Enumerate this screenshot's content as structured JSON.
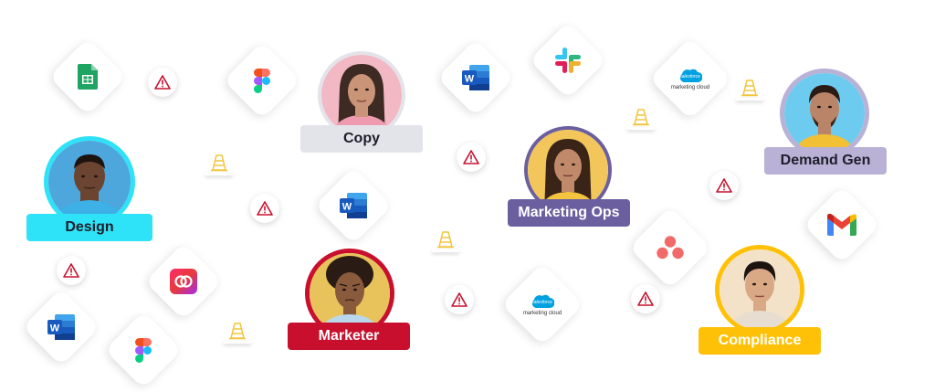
{
  "colors": {
    "design": "#2ee2f7",
    "copy": "#e3e3ea",
    "marketer": "#c8102e",
    "marketing_ops": "#6b5fa0",
    "demand_gen": "#b9b1d6",
    "compliance": "#ffc107",
    "warning": "#c8102e",
    "cone": "#f2c53d"
  },
  "people": [
    {
      "id": "design",
      "label": "Design",
      "ring": "#2ee2f7",
      "label_bg": "#2ee2f7",
      "label_color": "#1e1e2a"
    },
    {
      "id": "copy",
      "label": "Copy",
      "ring": "#e3e3ea",
      "label_bg": "#e3e3ea",
      "label_color": "#1e1e2a"
    },
    {
      "id": "marketer",
      "label": "Marketer",
      "ring": "#c8102e",
      "label_bg": "#c8102e",
      "label_color": "#ffffff"
    },
    {
      "id": "marketing_ops",
      "label": "Marketing Ops",
      "ring": "#6b5fa0",
      "label_bg": "#6b5fa0",
      "label_color": "#ffffff"
    },
    {
      "id": "demand_gen",
      "label": "Demand Gen",
      "ring": "#b9b1d6",
      "label_bg": "#b9b1d6",
      "label_color": "#1e1e2a"
    },
    {
      "id": "compliance",
      "label": "Compliance",
      "ring": "#ffc107",
      "label_bg": "#ffc107",
      "label_color": "#ffffff"
    }
  ],
  "apps": {
    "salesforce_logo": "salesforce",
    "marketing_cloud_text": "marketing cloud",
    "word_letter": "W"
  },
  "icons": [
    "google-sheets-icon",
    "figma-icon",
    "word-icon",
    "slack-icon",
    "salesforce-marketing-cloud-icon",
    "adobe-creative-cloud-icon",
    "asana-icon",
    "gmail-icon",
    "warning-icon",
    "traffic-cone-icon"
  ]
}
